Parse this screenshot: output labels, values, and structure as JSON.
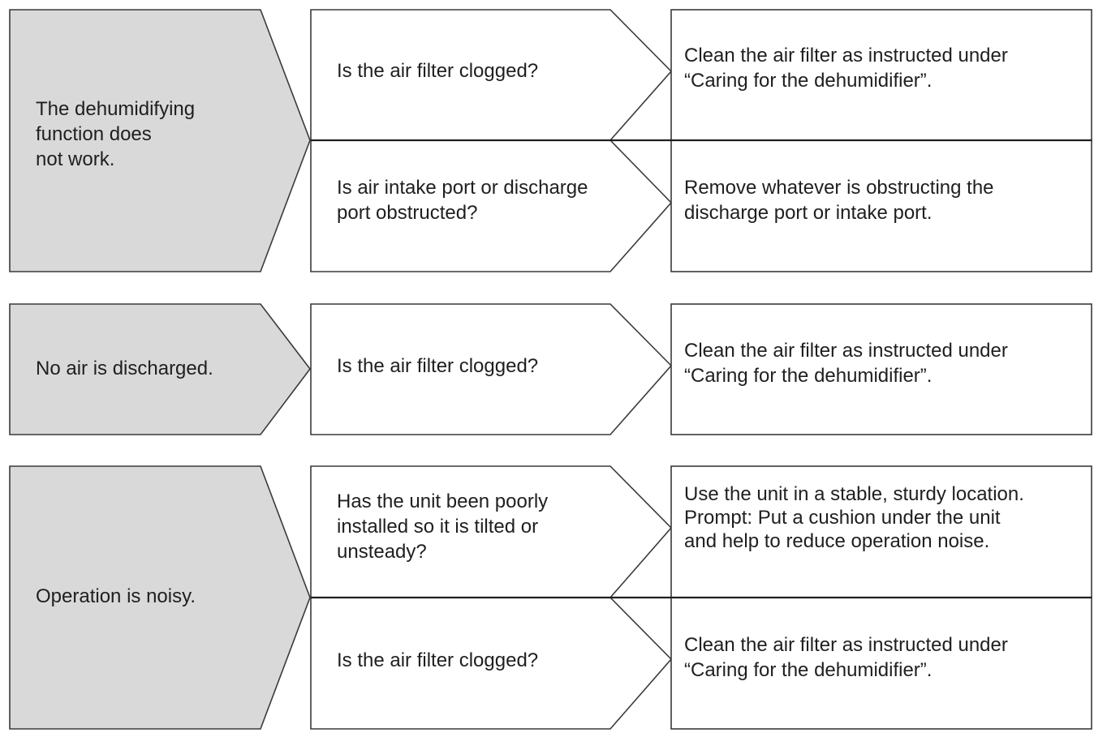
{
  "groups": [
    {
      "problem": "The dehumidifying\nfunction does\nnot work.",
      "checks": [
        {
          "cause": "Is the air filter clogged?",
          "solution": "Clean the air filter as instructed under\n“Caring for the dehumidifier”."
        },
        {
          "cause": "Is air intake port or discharge\nport obstructed?",
          "solution": "Remove whatever is obstructing the\ndischarge port or intake port."
        }
      ]
    },
    {
      "problem": "No air is discharged.",
      "checks": [
        {
          "cause": "Is the air filter clogged?",
          "solution": "Clean the air filter as instructed under\n“Caring for the dehumidifier”."
        }
      ]
    },
    {
      "problem": "Operation is noisy.",
      "checks": [
        {
          "cause": "Has the unit been poorly\ninstalled so it is tilted or\nunsteady?",
          "solution": "Use the unit in a stable, sturdy location.\nPrompt: Put a cushion under the unit\nand help to reduce operation noise."
        },
        {
          "cause": "Is the air filter clogged?",
          "solution": "Clean the air filter as instructed under\n“Caring for the dehumidifier”."
        }
      ]
    }
  ],
  "colors": {
    "problem_fill": "#d9d9d9",
    "box_fill": "#ffffff",
    "stroke": "#3a3a3a",
    "text": "#1f1f1f"
  }
}
